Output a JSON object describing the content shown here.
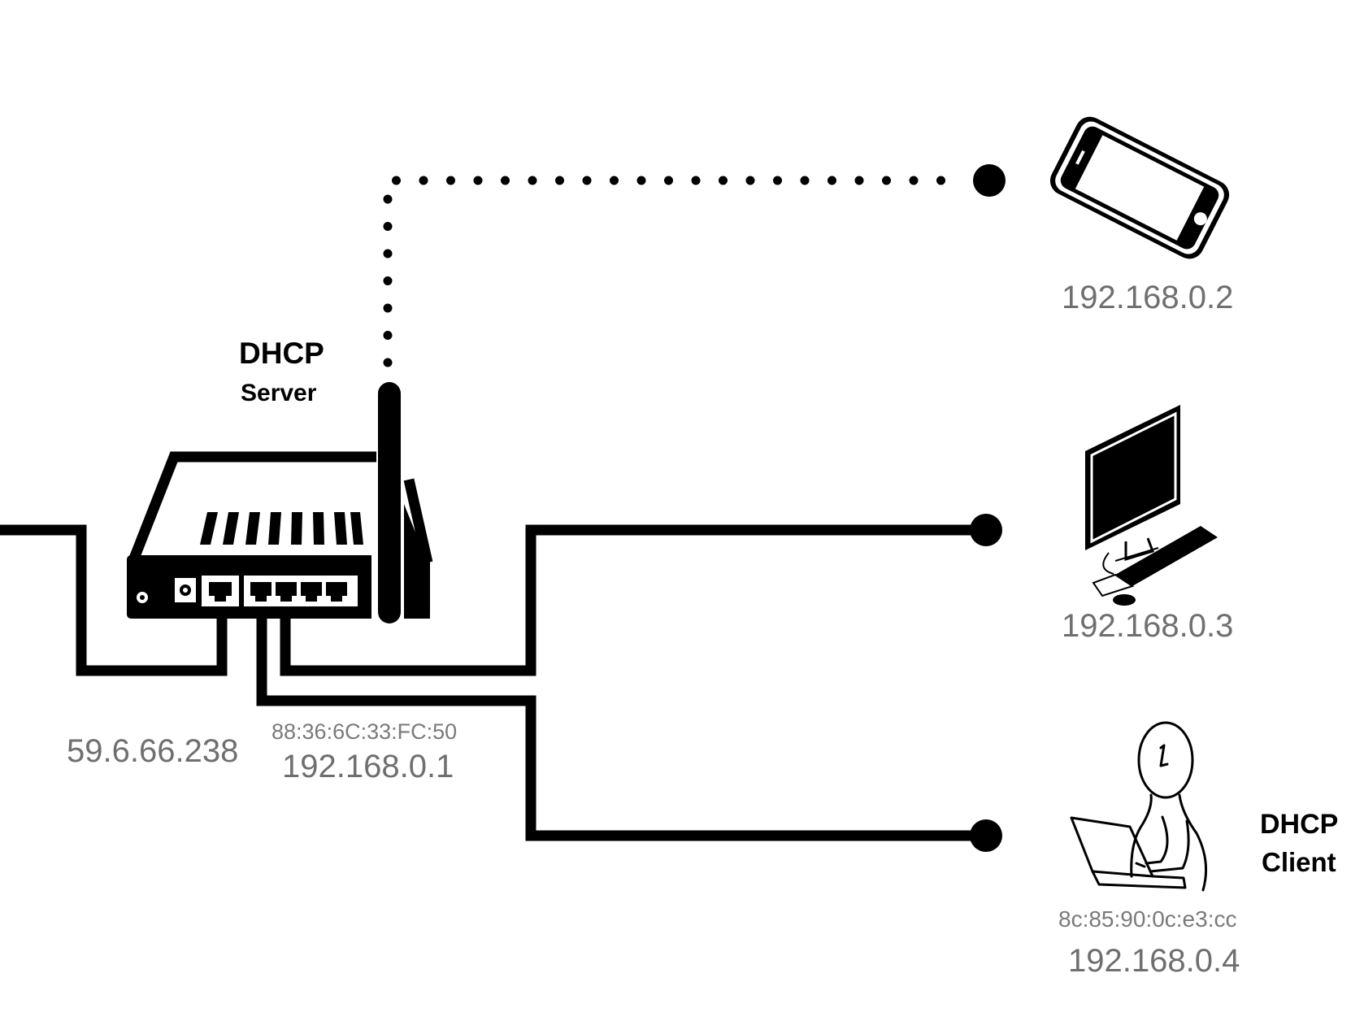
{
  "server": {
    "title_line1": "DHCP",
    "title_line2": "Server",
    "wan_ip": "59.6.66.238",
    "mac": "88:36:6C:33:FC:50",
    "lan_ip": "192.168.0.1"
  },
  "clients": [
    {
      "device": "smartphone",
      "ip": "192.168.0.2",
      "connection": "wireless"
    },
    {
      "device": "desktop-computer",
      "ip": "192.168.0.3",
      "connection": "wired"
    },
    {
      "device": "person-with-laptop",
      "ip": "192.168.0.4",
      "mac": "8c:85:90:0c:e3:cc",
      "connection": "wired"
    }
  ],
  "client_label": {
    "line1": "DHCP",
    "line2": "Client"
  },
  "icons": [
    "router-icon",
    "antenna-icon",
    "smartphone-icon",
    "desktop-computer-icon",
    "person-laptop-icon"
  ],
  "colors": {
    "lines": "#000000",
    "ip_text": "#6f6f6f",
    "background": "#ffffff"
  }
}
